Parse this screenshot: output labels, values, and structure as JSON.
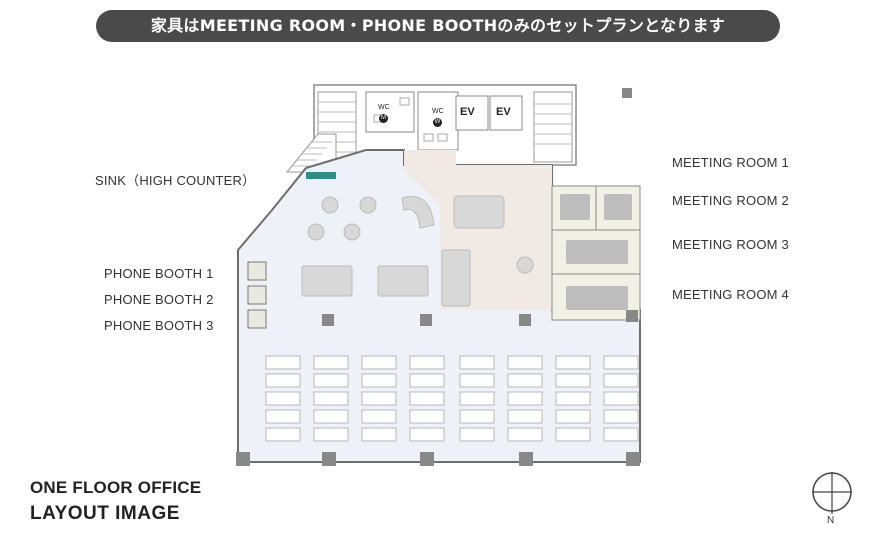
{
  "banner": "家具はMEETING ROOM・PHONE BOOTHのみのセットプランとなります",
  "labels": {
    "sink": "SINK（HIGH COUNTER）",
    "phone_booth_1": "PHONE BOOTH 1",
    "phone_booth_2": "PHONE BOOTH 2",
    "phone_booth_3": "PHONE BOOTH 3",
    "meeting_room_1": "MEETING ROOM 1",
    "meeting_room_2": "MEETING ROOM 2",
    "meeting_room_3": "MEETING ROOM 3",
    "meeting_room_4": "MEETING ROOM 4"
  },
  "plan_text": {
    "ev1": "EV",
    "ev2": "EV",
    "wc1": "WC",
    "wc1_badge": "M",
    "wc2": "WC",
    "wc2_badge": "W"
  },
  "title": {
    "line1": "ONE FLOOR OFFICE",
    "line2": "LAYOUT IMAGE"
  },
  "compass": {
    "label": "N"
  },
  "colors": {
    "banner_bg": "#4a4a4a",
    "floor_main": "#eef2f8",
    "floor_lounge": "#f1e9e3",
    "meeting_room_fill": "#f0f0e4",
    "sink_accent": "#2f8f88",
    "wall": "#6d6d6d"
  }
}
